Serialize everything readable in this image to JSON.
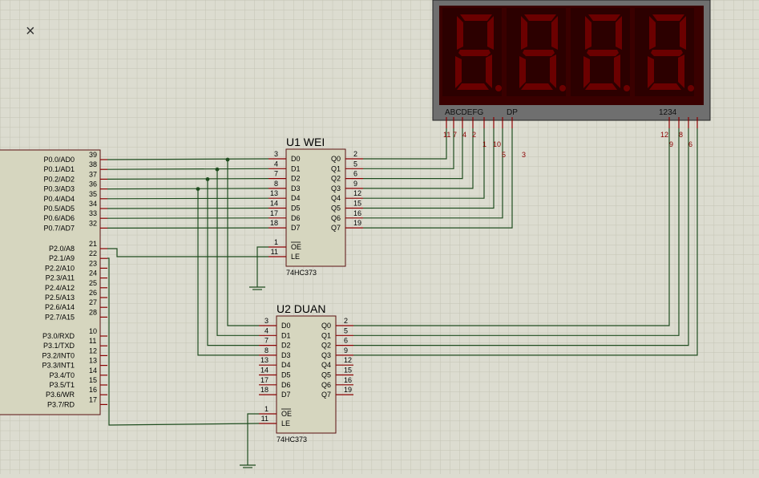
{
  "canvas": {
    "close_symbol": "×",
    "grid_color": "#c7c7b8",
    "background_color": "#dcdcd0",
    "wire_color": "#1f4d1f",
    "pin_color": "#8a0000",
    "chip_fill": "#d6d6bf"
  },
  "mcu": {
    "port0_pins": [
      {
        "label": "P0.0/AD0",
        "num": "39"
      },
      {
        "label": "P0.1/AD1",
        "num": "38"
      },
      {
        "label": "P0.2/AD2",
        "num": "37"
      },
      {
        "label": "P0.3/AD3",
        "num": "36"
      },
      {
        "label": "P0.4/AD4",
        "num": "35"
      },
      {
        "label": "P0.5/AD5",
        "num": "34"
      },
      {
        "label": "P0.6/AD6",
        "num": "33"
      },
      {
        "label": "P0.7/AD7",
        "num": "32"
      }
    ],
    "port2_pins": [
      {
        "label": "P2.0/A8",
        "num": "21"
      },
      {
        "label": "P2.1/A9",
        "num": "22"
      },
      {
        "label": "P2.2/A10",
        "num": "23"
      },
      {
        "label": "P2.3/A11",
        "num": "24"
      },
      {
        "label": "P2.4/A12",
        "num": "25"
      },
      {
        "label": "P2.5/A13",
        "num": "26"
      },
      {
        "label": "P2.6/A14",
        "num": "27"
      },
      {
        "label": "P2.7/A15",
        "num": "28"
      }
    ],
    "port3_pins": [
      {
        "label": "P3.0/RXD",
        "num": "10"
      },
      {
        "label": "P3.1/TXD",
        "num": "11"
      },
      {
        "label": "P3.2/INT0",
        "num": "12"
      },
      {
        "label": "P3.3/INT1",
        "num": "13"
      },
      {
        "label": "P3.4/T0",
        "num": "14"
      },
      {
        "label": "P3.5/T1",
        "num": "15"
      },
      {
        "label": "P3.6/WR",
        "num": "16"
      },
      {
        "label": "P3.7/RD",
        "num": "17"
      }
    ]
  },
  "u1": {
    "name": "U1 WEI",
    "type": "74HC373",
    "d_pins": [
      {
        "label": "D0",
        "num": "3"
      },
      {
        "label": "D1",
        "num": "4"
      },
      {
        "label": "D2",
        "num": "7"
      },
      {
        "label": "D3",
        "num": "8"
      },
      {
        "label": "D4",
        "num": "13"
      },
      {
        "label": "D5",
        "num": "14"
      },
      {
        "label": "D6",
        "num": "17"
      },
      {
        "label": "D7",
        "num": "18"
      }
    ],
    "q_pins": [
      {
        "label": "Q0",
        "num": "2"
      },
      {
        "label": "Q1",
        "num": "5"
      },
      {
        "label": "Q2",
        "num": "6"
      },
      {
        "label": "Q3",
        "num": "9"
      },
      {
        "label": "Q4",
        "num": "12"
      },
      {
        "label": "Q5",
        "num": "15"
      },
      {
        "label": "Q6",
        "num": "16"
      },
      {
        "label": "Q7",
        "num": "19"
      }
    ],
    "oe": {
      "label": "OE",
      "num": "1"
    },
    "le": {
      "label": "LE",
      "num": "11"
    }
  },
  "u2": {
    "name": "U2 DUAN",
    "type": "74HC373",
    "d_pins": [
      {
        "label": "D0",
        "num": "3"
      },
      {
        "label": "D1",
        "num": "4"
      },
      {
        "label": "D2",
        "num": "7"
      },
      {
        "label": "D3",
        "num": "8"
      },
      {
        "label": "D4",
        "num": "13"
      },
      {
        "label": "D5",
        "num": "14"
      },
      {
        "label": "D6",
        "num": "17"
      },
      {
        "label": "D7",
        "num": "18"
      }
    ],
    "q_pins": [
      {
        "label": "Q0",
        "num": "2"
      },
      {
        "label": "Q1",
        "num": "5"
      },
      {
        "label": "Q2",
        "num": "6"
      },
      {
        "label": "Q3",
        "num": "9"
      },
      {
        "label": "Q4",
        "num": "12"
      },
      {
        "label": "Q5",
        "num": "15"
      },
      {
        "label": "Q6",
        "num": "16"
      },
      {
        "label": "Q7",
        "num": "19"
      }
    ],
    "oe": {
      "label": "OE",
      "num": "1"
    },
    "le": {
      "label": "LE",
      "num": "11"
    }
  },
  "display": {
    "segment_label": "ABCDEFG",
    "dp_label": "DP",
    "digit_label": "1234",
    "segment_pin_numbers": [
      "11",
      "7",
      "4",
      "2",
      "1",
      "10",
      "5",
      "3"
    ],
    "digit_pin_numbers": [
      "12",
      "9",
      "8",
      "6"
    ],
    "digit_count": 4,
    "lit_color": "#6b0000",
    "panel_color": "#3a0000"
  }
}
